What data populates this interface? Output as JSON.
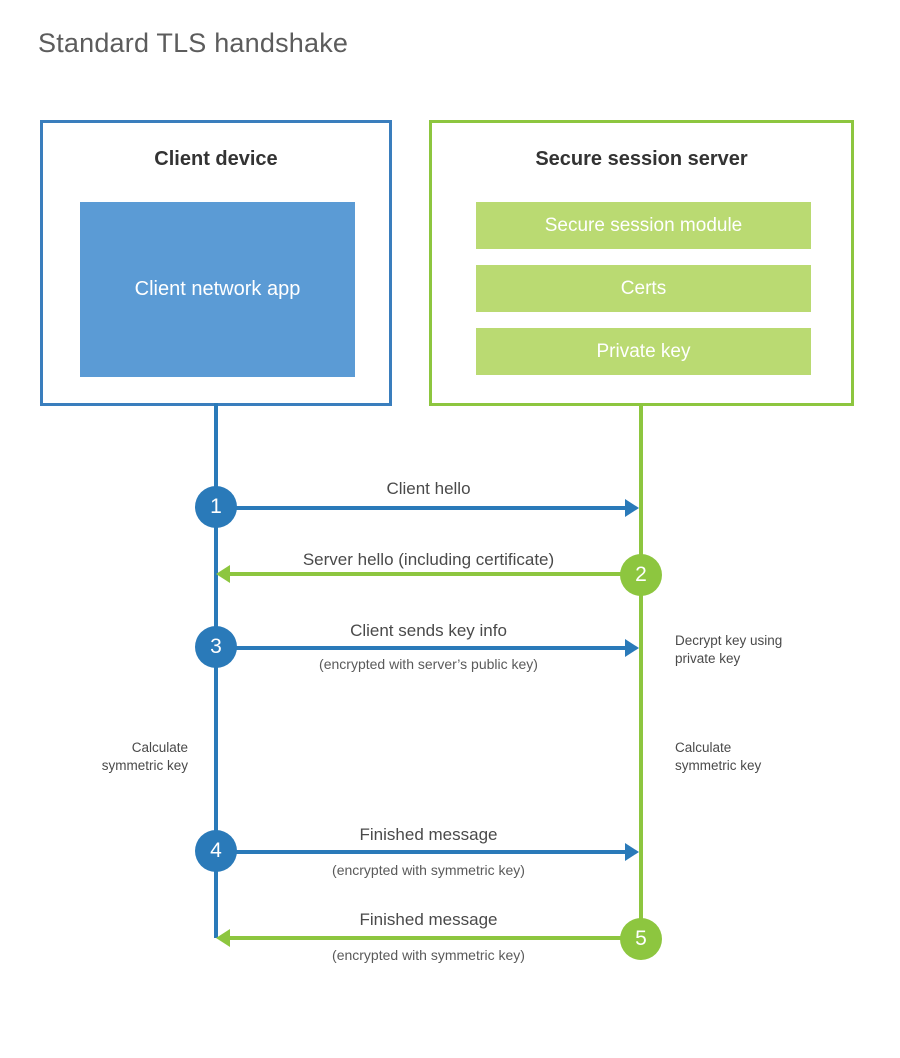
{
  "diagram": {
    "title": "Standard TLS handshake",
    "colors": {
      "client_blue": "#2a7ab9",
      "client_app_fill": "#5b9bd5",
      "client_border": "#3a7ebd",
      "server_green": "#8dc63f",
      "server_bar_fill": "#bada72",
      "text_dark": "#333333",
      "text_body": "#4a4a4a",
      "background": "#ffffff"
    }
  },
  "client": {
    "title": "Client device",
    "app_label": "Client network app"
  },
  "server": {
    "title": "Secure session server",
    "components": [
      {
        "label": "Secure session module"
      },
      {
        "label": "Certs"
      },
      {
        "label": "Private key"
      }
    ]
  },
  "steps": [
    {
      "number": "1",
      "direction": "client-to-server",
      "color": "blue",
      "label": "Client hello",
      "sublabel": ""
    },
    {
      "number": "2",
      "direction": "server-to-client",
      "color": "green",
      "label": "Server hello (including certificate)",
      "sublabel": ""
    },
    {
      "number": "3",
      "direction": "client-to-server",
      "color": "blue",
      "label": "Client sends key info",
      "sublabel": "(encrypted with server’s public key)"
    },
    {
      "number": "4",
      "direction": "client-to-server",
      "color": "blue",
      "label": "Finished message",
      "sublabel": "(encrypted with symmetric key)"
    },
    {
      "number": "5",
      "direction": "server-to-client",
      "color": "green",
      "label": "Finished message",
      "sublabel": "(encrypted with symmetric key)"
    }
  ],
  "annotations": {
    "server_decrypt": "Decrypt key using\nprivate key",
    "client_calculate": "Calculate\nsymmetric key",
    "server_calculate": "Calculate\nsymmetric key"
  }
}
